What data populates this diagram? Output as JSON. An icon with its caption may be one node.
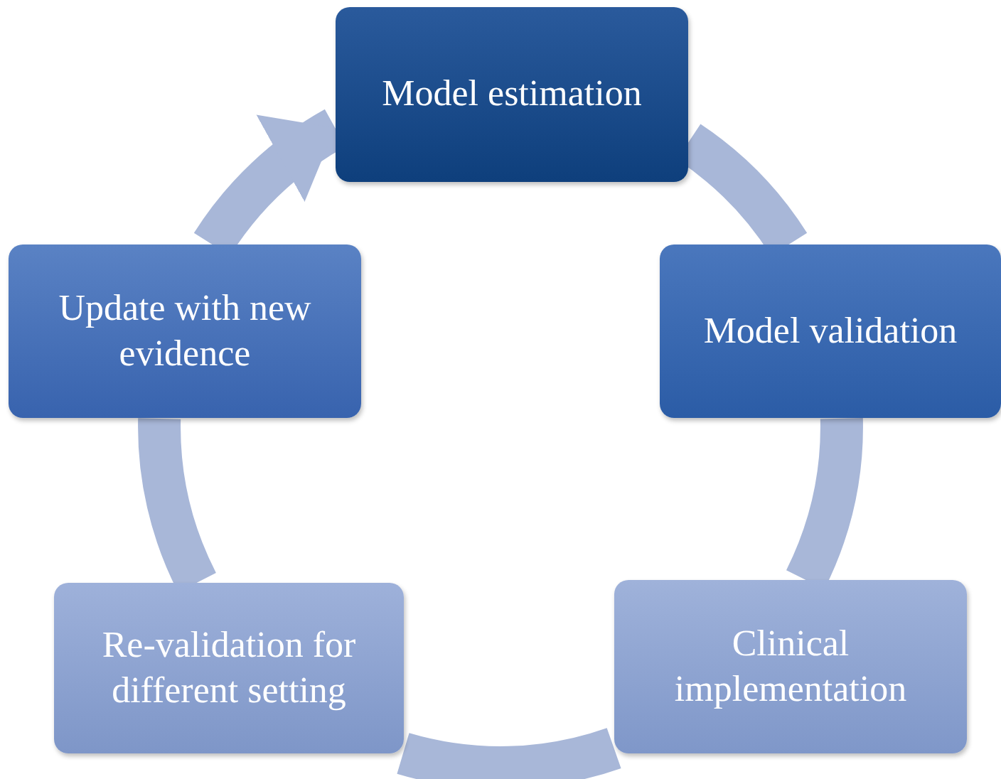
{
  "diagram": {
    "nodes": [
      {
        "text": [
          "Model estimation"
        ]
      },
      {
        "text": [
          "Model validation"
        ]
      },
      {
        "text": [
          "Clinical implementation"
        ]
      },
      {
        "text": [
          "Re-validation for different setting"
        ]
      },
      {
        "text": [
          "Update with new evidence"
        ]
      }
    ],
    "edges": [
      {
        "from": 0,
        "to": 1,
        "arrow": "none"
      },
      {
        "from": 1,
        "to": 2,
        "arrow": "none"
      },
      {
        "from": 2,
        "to": 3,
        "arrow": "none"
      },
      {
        "from": 3,
        "to": 4,
        "arrow": "none"
      },
      {
        "from": 4,
        "to": 0,
        "arrow": "to"
      }
    ]
  }
}
